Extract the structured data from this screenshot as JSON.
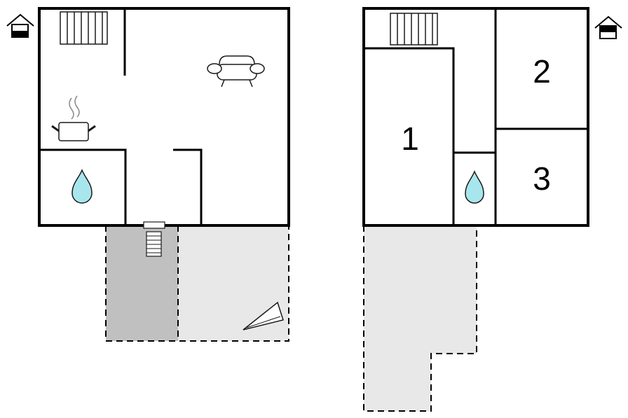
{
  "floors": [
    {
      "id": "ground-floor",
      "level_icon": "house-level-ground-icon",
      "fixtures": [
        "radiator-icon",
        "sofa-icon",
        "cooking-pot-icon",
        "water-drop-icon",
        "entrance-stairs-icon",
        "sun-lounger-icon"
      ],
      "outdoor_areas": [
        "covered-terrace",
        "open-terrace"
      ]
    },
    {
      "id": "upper-floor",
      "level_icon": "house-level-upper-icon",
      "fixtures": [
        "radiator-icon",
        "water-drop-icon"
      ],
      "rooms": [
        {
          "id": "bedroom-1",
          "label": "1"
        },
        {
          "id": "bedroom-2",
          "label": "2"
        },
        {
          "id": "bedroom-3",
          "label": "3"
        }
      ],
      "outdoor_areas": [
        "terrace"
      ]
    }
  ],
  "colors": {
    "wall": "#000000",
    "water": "#a8e6ee",
    "covered_area": "#c0c0c0",
    "open_area": "#e8e8e8",
    "furniture_stroke": "#1a1a1a",
    "steam": "#888888"
  }
}
